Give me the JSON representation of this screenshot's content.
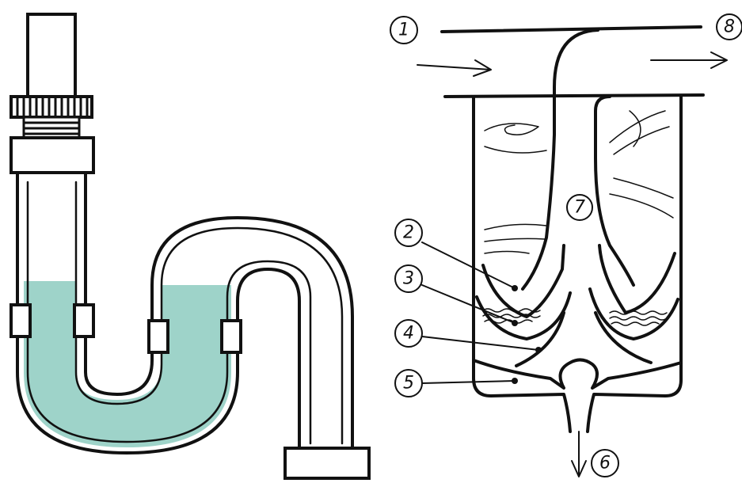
{
  "left_diagram": {
    "water_color": "#9ed3c9"
  },
  "right_diagram": {
    "callouts": [
      {
        "id": "1",
        "text": "1"
      },
      {
        "id": "2",
        "text": "2"
      },
      {
        "id": "3",
        "text": "3"
      },
      {
        "id": "4",
        "text": "4"
      },
      {
        "id": "5",
        "text": "5"
      },
      {
        "id": "6",
        "text": "6"
      },
      {
        "id": "7",
        "text": "7"
      },
      {
        "id": "8",
        "text": "8"
      }
    ]
  }
}
